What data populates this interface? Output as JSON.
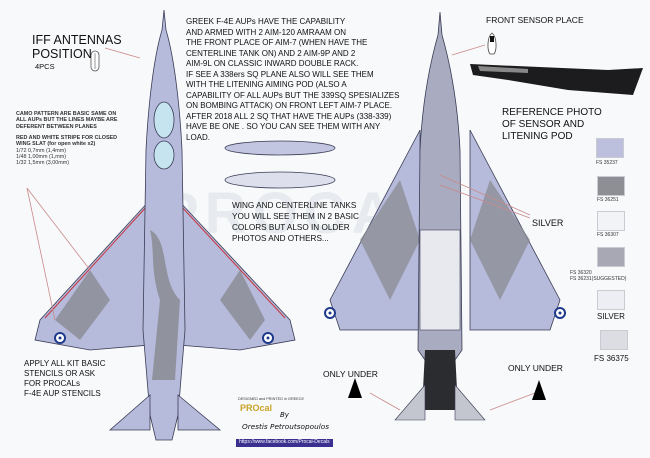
{
  "iff": {
    "title": "IFF ANTENNAS\nPOSITION",
    "count": "4PCS"
  },
  "camo_note": "CAMO PATTERN ARE  BASIC SAME ON\nALL AUPs BUT THE LINES MAYBE ARE\nDEFERENT BETWEEN PLANES",
  "stripe_note": {
    "title": "RED AND WHITE STRIPE FOR CLOSED\nWING SLAT (for open white x2)",
    "scales": [
      "1/72 0,7mm (1,4mm)",
      "1/48 1,00mm (1,mm)",
      "1/32 1,5mm (3,00mm)"
    ]
  },
  "main_note": "GREEK F-4E AUPs HAVE THE CAPABILITY\nAND ARMED WITH 2 AIM-120 AMRAAM ON\nTHE FRONT PLACE OF AIM-7 (WHEN HAVE THE\nCENTERLINE TANK ON) AND 2 AIM-9P AND 2\nAIM-9L ON CLASSIC INWARD DOUBLE RACK.\nIF SEE A 338ers SQ PLANE ALSO WILL SEE THEM\nWITH THE LITENING AIMING POD (ALSO A\nCAPABILITY OF ALL AUPs BUT THE 339SQ SPESIALIZES\nON BOMBING ATTACK) ON FRONT LEFT AIM-7 PLACE.\nAFTER 2018 ALL 2 SQ THAT HAVE THE AUPs (338-339)\nHAVE BE ONE . SO YOU CAN SEE THEM WITH ANY\nLOAD.",
  "tanks_note": "WING AND CENTERLINE TANKS\nYOU WILL SEE THEM IN 2 BASIC\nCOLORS BUT ALSO IN OLDER\nPHOTOS AND OTHERS...",
  "stencils_note": "APPLY ALL KIT BASIC\n STENCILS OR ASK\nFOR PROCALs\nF-4E AUP STENCILS",
  "front_sensor": "FRONT SENSOR PLACE",
  "reference": "REFERENCE PHOTO\nOF SENSOR AND\nLITENING POD",
  "silver_label": "SILVER",
  "only_under_left": "ONLY UNDER",
  "only_under_right": "ONLY UNDER",
  "swatches": [
    {
      "label": "FS 35237",
      "color": "#bcc0dc"
    },
    {
      "label": "FS 36251",
      "color": "#8e8f95"
    },
    {
      "label": "FS 36307",
      "color": "#f2f3f6"
    },
    {
      "label": "FS 36320\nFS 36231(SUGGESTED)",
      "color": "#a7a8b3"
    },
    {
      "label": "SILVER",
      "color": "#eceef3"
    },
    {
      "label": "FS 36375",
      "color": "#dcdde3"
    }
  ],
  "credits": {
    "designed": "DESIGNED and PRINTED in GREECE",
    "brand": "PROcal",
    "by": "By",
    "author": "Orestis Petroutsopoulos",
    "url": "https://www.facebook.com/Procal-Decals"
  },
  "watermark": "PROCAL",
  "colors": {
    "blue_gray": "#b7bbdb",
    "dark_gray": "#8a8b93",
    "outline": "#3a3c55",
    "url_bg": "#3b2f8f",
    "brand": "#c9a227"
  }
}
